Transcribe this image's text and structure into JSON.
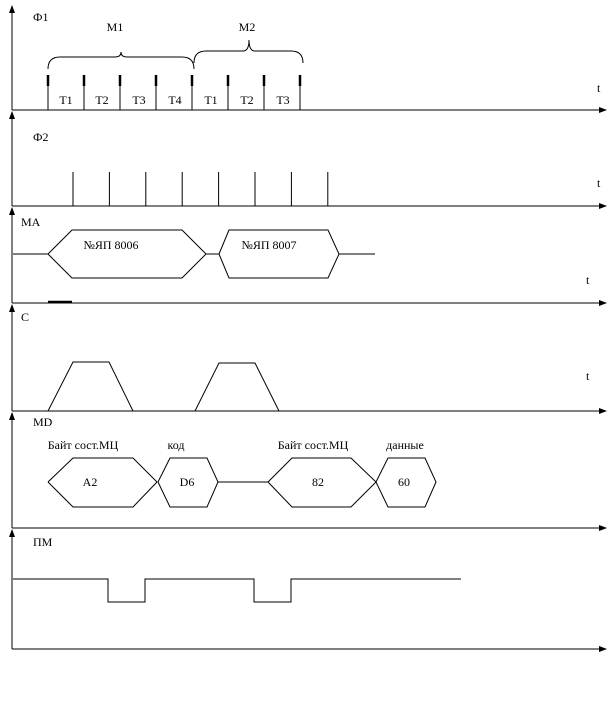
{
  "axis_time_label": "t",
  "panels": [
    {
      "id": "phi1",
      "label": "Ф1",
      "show_t": true,
      "cycles": [
        {
          "label": "M1",
          "states": [
            "T1",
            "T2",
            "T3",
            "T4"
          ]
        },
        {
          "label": "M2",
          "states": [
            "T1",
            "T2",
            "T3"
          ]
        }
      ]
    },
    {
      "id": "phi2",
      "label": "Ф2",
      "show_t": true,
      "pulse_count": 8
    },
    {
      "id": "ma",
      "label": "MA",
      "show_t": true,
      "values": [
        "№ЯП 8006",
        "№ЯП 8007"
      ]
    },
    {
      "id": "c",
      "label": "C",
      "show_t": true,
      "pulse_count": 2
    },
    {
      "id": "md",
      "label": "MD",
      "show_t": false,
      "values": [
        {
          "caption": "Байт сост.МЦ",
          "value": "A2"
        },
        {
          "caption": "код",
          "value": "D6"
        },
        {
          "caption": "Байт сост.МЦ",
          "value": "82"
        },
        {
          "caption": "данные",
          "value": "60"
        }
      ]
    },
    {
      "id": "pm",
      "label": "ПМ",
      "show_t": false,
      "pulse_count": 2
    }
  ]
}
